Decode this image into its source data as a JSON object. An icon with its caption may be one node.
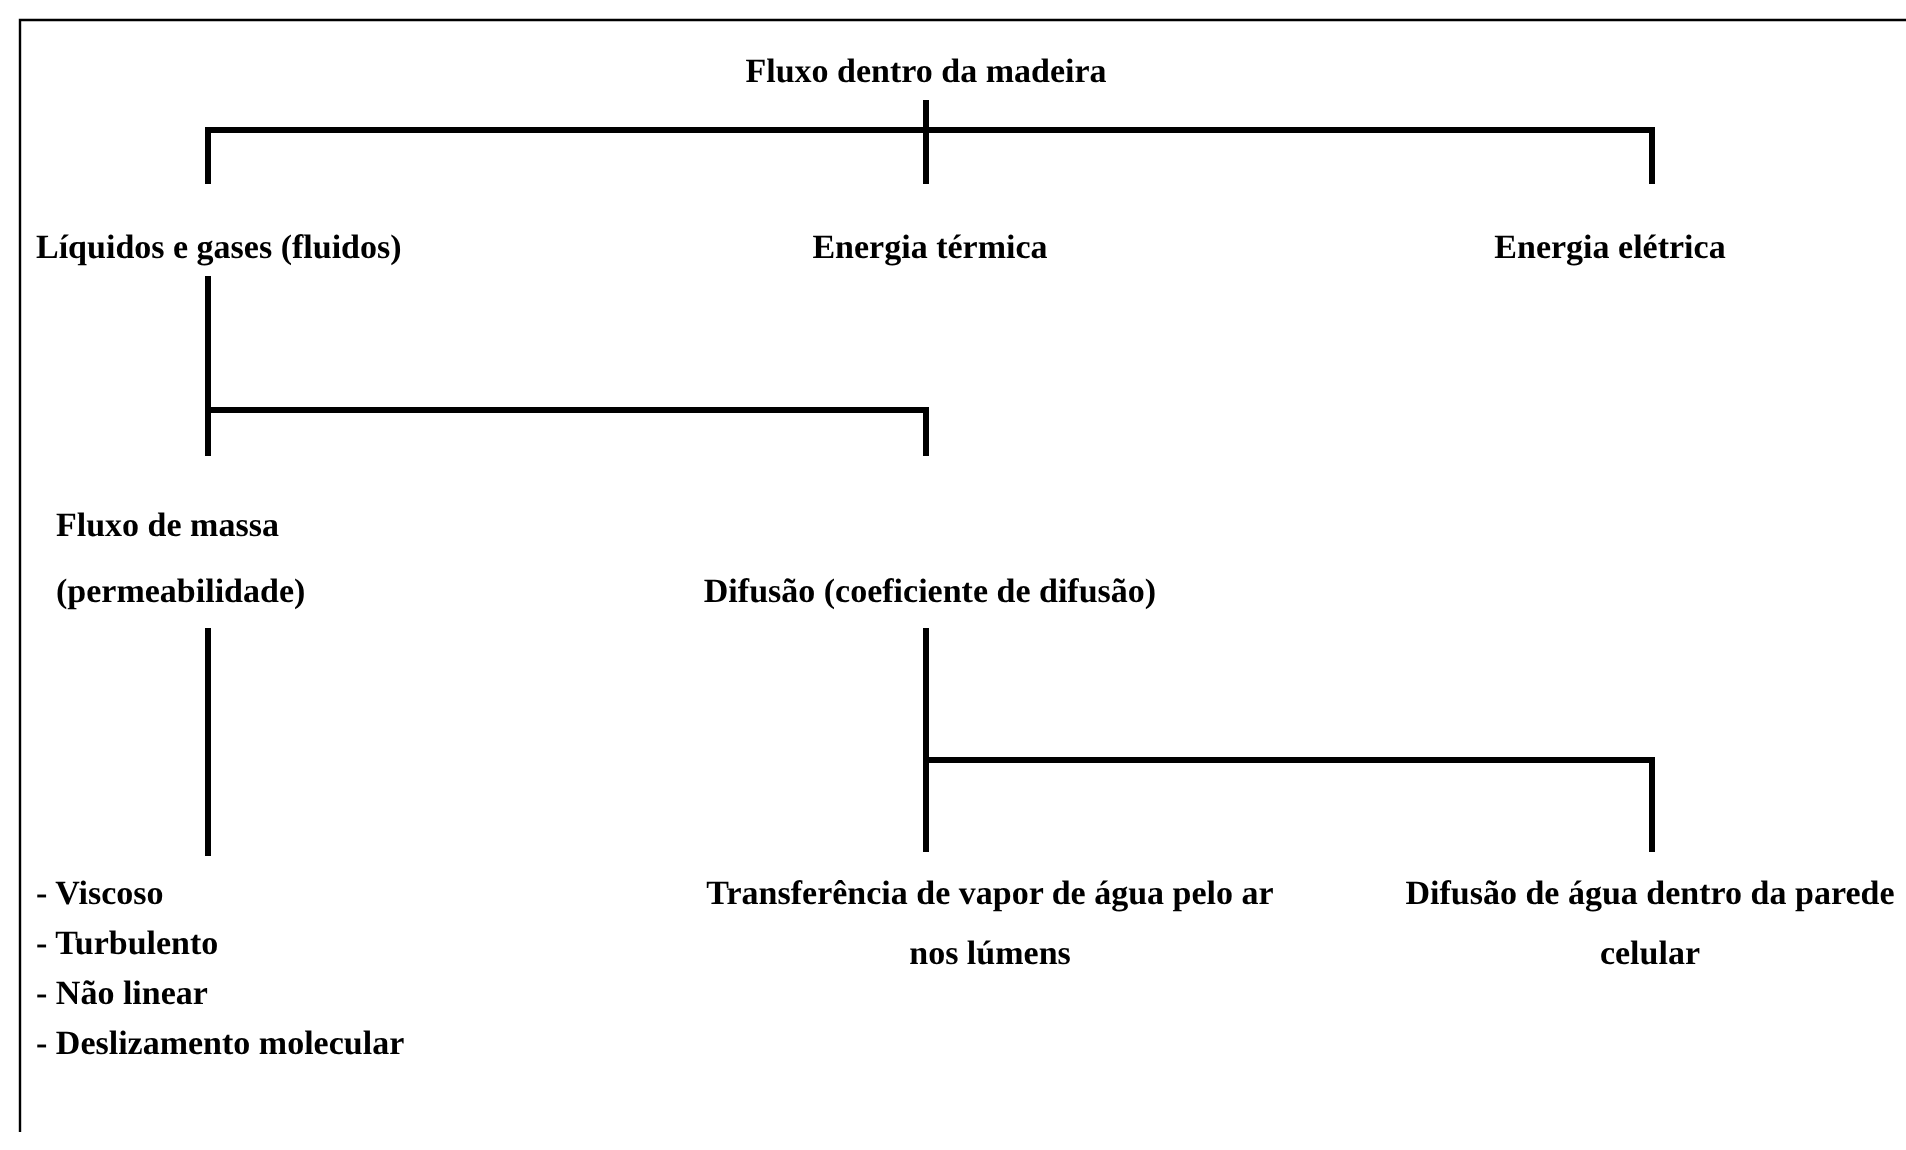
{
  "diagram": {
    "nodes": [
      {
        "text": [
          "Fluxo dentro da madeira"
        ]
      },
      {
        "text": [
          "Líquidos e gases (fluidos)"
        ]
      },
      {
        "text": [
          "Energia térmica"
        ]
      },
      {
        "text": [
          "Energia elétrica"
        ]
      },
      {
        "text": [
          "Fluxo de massa (permeabilidade)"
        ]
      },
      {
        "text": [
          "Difusão (coeficiente de difusão)"
        ]
      },
      {
        "text": [
          "- Viscoso",
          "- Turbulento",
          "- Não linear",
          "- Deslizamento molecular"
        ]
      },
      {
        "text": [
          "Transferência de vapor de água pelo ar nos lúmens"
        ]
      },
      {
        "text": [
          "Difusão de água dentro da parede celular"
        ]
      }
    ],
    "edges": [
      {
        "from": 0,
        "to": 1,
        "arrow": "none"
      },
      {
        "from": 0,
        "to": 2,
        "arrow": "none"
      },
      {
        "from": 0,
        "to": 3,
        "arrow": "none"
      },
      {
        "from": 1,
        "to": 4,
        "arrow": "none"
      },
      {
        "from": 1,
        "to": 5,
        "arrow": "none"
      },
      {
        "from": 4,
        "to": 6,
        "arrow": "none"
      },
      {
        "from": 5,
        "to": 7,
        "arrow": "none"
      },
      {
        "from": 5,
        "to": 8,
        "arrow": "none"
      }
    ]
  }
}
